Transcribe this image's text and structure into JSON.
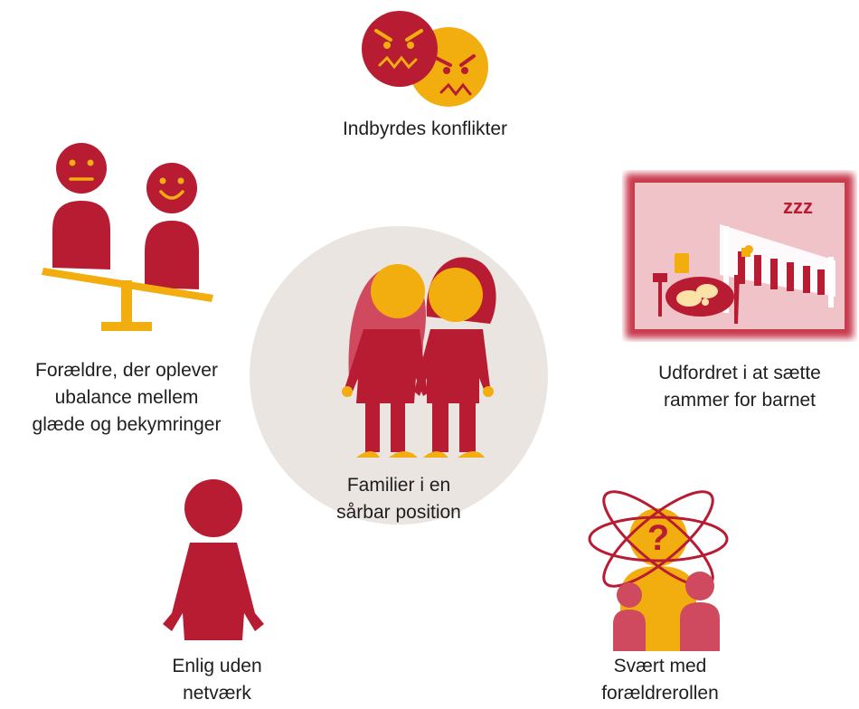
{
  "colors": {
    "red": "#b81c33",
    "yellow": "#f2ad0f",
    "pink": "#cf4a5e",
    "light_pink": "#f0c3c9",
    "circle": "#ebe5e2"
  },
  "center": {
    "line1": "Familier i en",
    "line2": "sårbar position"
  },
  "nodes": {
    "conflicts": {
      "line1": "Indbyrdes konflikter"
    },
    "imbalance": {
      "line1": "Forældre, der oplever",
      "line2": "ubalance mellem",
      "line3": "glæde og bekymringer"
    },
    "boundaries": {
      "line1": "Udfordret i at sætte",
      "line2": "rammer for barnet"
    },
    "single": {
      "line1": "Enlig uden",
      "line2": "netværk"
    },
    "parenting": {
      "line1": "Svært med",
      "line2": "forældrerollen"
    }
  },
  "icons": {
    "conflicts": "angry-faces-icon",
    "imbalance": "seesaw-faces-icon",
    "boundaries": "crib-and-dinner-icon",
    "single": "lone-person-icon",
    "parenting": "confused-parent-icon",
    "center": "couple-icon"
  },
  "decor": {
    "sleep_text": "zzz"
  }
}
